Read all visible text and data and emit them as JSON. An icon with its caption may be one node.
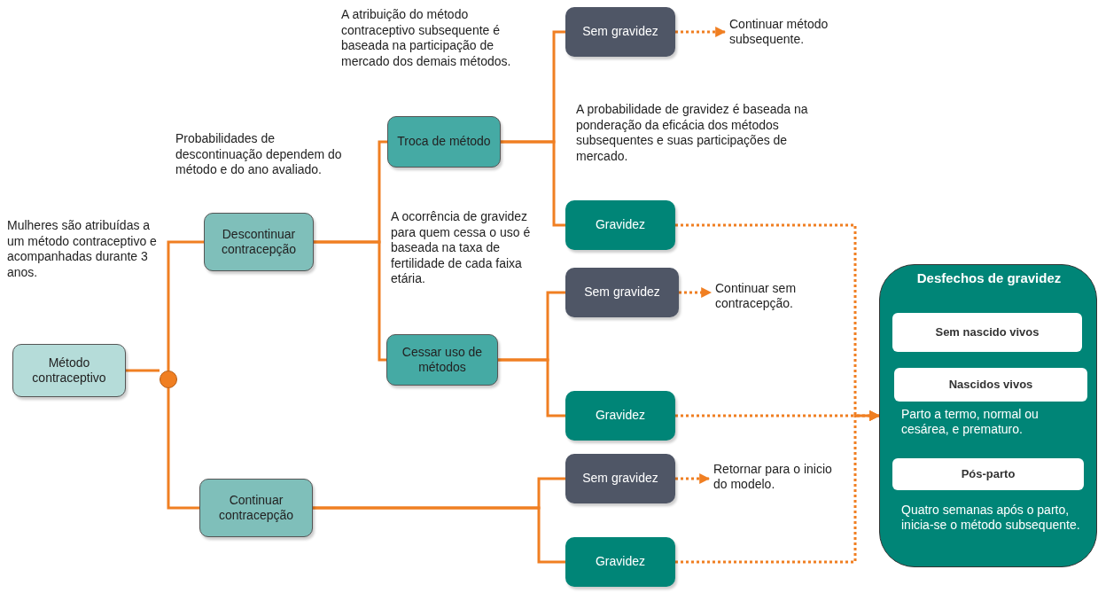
{
  "diagram": {
    "nodes": [
      {
        "text": [
          "Método contraceptivo"
        ]
      },
      {
        "text": [],
        "shape": "circle"
      },
      {
        "text": [
          "Descontinuar contracepção"
        ]
      },
      {
        "text": [
          "Continuar contracepção"
        ]
      },
      {
        "text": [
          "Troca de método"
        ]
      },
      {
        "text": [
          "Cessar uso de métodos"
        ]
      },
      {
        "text": [
          "Sem gravidez"
        ]
      },
      {
        "text": [
          "Gravidez"
        ]
      },
      {
        "text": [
          "Sem gravidez"
        ]
      },
      {
        "text": [
          "Gravidez"
        ]
      },
      {
        "text": [
          "Sem gravidez"
        ]
      },
      {
        "text": [
          "Gravidez"
        ]
      },
      {
        "text": [
          "Continuar método subsequente."
        ]
      },
      {
        "text": [
          "Continuar sem contracepção."
        ]
      },
      {
        "text": [
          "Retornar para o inicio do modelo."
        ]
      },
      {
        "text": [
          "Desfechos de gravidez",
          "Parto a termo, normal ou cesárea, e prematuro.",
          "Quatro semanas após o parto, inicia-se o método subsequente."
        ]
      },
      {
        "text": [
          "Sem nascido vivos"
        ],
        "in": 15
      },
      {
        "text": [
          "Nascidos vivos"
        ],
        "in": 15
      },
      {
        "text": [
          "Pós-parto"
        ],
        "in": 15
      }
    ],
    "edges": [
      {
        "from": 0,
        "to": 1,
        "arrow": "none"
      },
      {
        "from": 1,
        "to": 2,
        "arrow": "none"
      },
      {
        "from": 1,
        "to": 3,
        "arrow": "none"
      },
      {
        "from": 2,
        "to": 4,
        "arrow": "none"
      },
      {
        "from": 2,
        "to": 5,
        "arrow": "none"
      },
      {
        "from": 4,
        "to": 6,
        "arrow": "none"
      },
      {
        "from": 4,
        "to": 7,
        "arrow": "none"
      },
      {
        "from": 5,
        "to": 8,
        "arrow": "none"
      },
      {
        "from": 5,
        "to": 9,
        "arrow": "none"
      },
      {
        "from": 3,
        "to": 10,
        "arrow": "none"
      },
      {
        "from": 3,
        "to": 11,
        "arrow": "none"
      },
      {
        "from": 6,
        "to": 12,
        "arrow": "to",
        "style": "dashed"
      },
      {
        "from": 8,
        "to": 13,
        "arrow": "to",
        "style": "dashed"
      },
      {
        "from": 10,
        "to": 14,
        "arrow": "to",
        "style": "dashed"
      },
      {
        "from": 7,
        "to": 15,
        "arrow": "to",
        "style": "dashed"
      },
      {
        "from": 9,
        "to": 15,
        "arrow": "to",
        "style": "dashed"
      },
      {
        "from": 11,
        "to": 15,
        "arrow": "to",
        "style": "dashed"
      }
    ],
    "labels": [
      "A atribuição do método contraceptivo subsequente é baseada na participação de mercado dos demais métodos.",
      "A probabilidade de gravidez é baseada na ponderação da eficácia dos métodos subsequentes e suas participações de mercado.",
      "Probabilidades de descontinuação dependem do método e do ano avaliado.",
      "A ocorrência de gravidez para quem cessa o uso é baseada na taxa de fertilidade de cada faixa etária.",
      "Mulheres são atribuídas a um método contraceptivo e acompanhadas durante 3 anos."
    ]
  }
}
